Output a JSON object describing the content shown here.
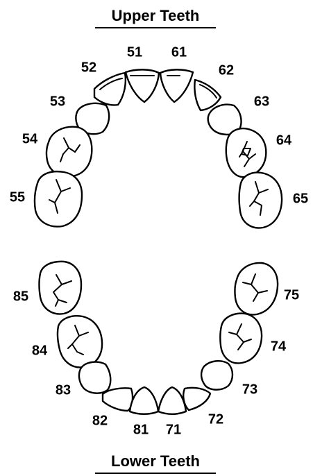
{
  "upper_title": "Upper Teeth",
  "lower_title": "Lower Teeth",
  "upper_teeth": [
    {
      "number": "51",
      "kind": "incisor"
    },
    {
      "number": "61",
      "kind": "incisor"
    },
    {
      "number": "52",
      "kind": "incisor"
    },
    {
      "number": "62",
      "kind": "incisor"
    },
    {
      "number": "53",
      "kind": "canine"
    },
    {
      "number": "63",
      "kind": "canine"
    },
    {
      "number": "54",
      "kind": "molar"
    },
    {
      "number": "64",
      "kind": "molar"
    },
    {
      "number": "55",
      "kind": "molar"
    },
    {
      "number": "65",
      "kind": "molar"
    }
  ],
  "lower_teeth": [
    {
      "number": "81",
      "kind": "incisor"
    },
    {
      "number": "71",
      "kind": "incisor"
    },
    {
      "number": "82",
      "kind": "incisor"
    },
    {
      "number": "72",
      "kind": "incisor"
    },
    {
      "number": "83",
      "kind": "canine"
    },
    {
      "number": "73",
      "kind": "canine"
    },
    {
      "number": "84",
      "kind": "molar"
    },
    {
      "number": "74",
      "kind": "molar"
    },
    {
      "number": "85",
      "kind": "molar"
    },
    {
      "number": "75",
      "kind": "molar"
    }
  ]
}
